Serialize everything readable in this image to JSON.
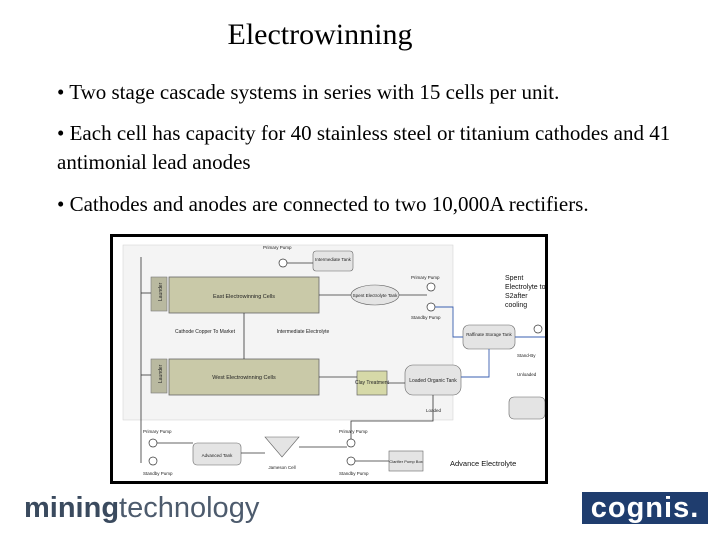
{
  "slide": {
    "title": "Electrowinning",
    "bullets": [
      "• Two stage cascade systems in series with 15 cells per unit.",
      "• Each cell has capacity for 40 stainless steel or titanium cathodes and 41 antimonial lead anodes",
      "• Cathodes and anodes are connected to two 10,000A rectifiers."
    ]
  },
  "diagram": {
    "labels": {
      "primary_pump_top": "Primary Pump",
      "intermediate_tank": "Intermediate Tank",
      "primary_pump_right": "Primary Pump",
      "spent_electrolyte_tank": "Spent Electrolyte Tank",
      "standby_pump_right": "Standby Pump",
      "launder_top": "Launder",
      "launder_bottom": "Launder",
      "east_cells": "East Electrowinning Cells",
      "west_cells": "West Electrowinning Cells",
      "cathode_copper": "Cathode Copper To Market",
      "intermediate_electrolyte": "Intermediate Electrolyte",
      "raffinate_tank": "Raffinate Storage Tank",
      "clay_treatment": "Clay Treatment",
      "loaded_organic_tank": "Loaded Organic Tank",
      "loaded": "Loaded",
      "primary_pump_bl": "Primary Pump",
      "standby_pump_bl": "Standby Pump",
      "advanced_tank": "Advanced Tank",
      "jameson_cell": "Jameson Cell",
      "primary_pump_bm": "Primary Pump",
      "standby_pump_bm": "Standby Pump",
      "dilute_pump_box": "Clarifier Pump Box",
      "stand_by_right": "Stand-By",
      "unloaded": "Unloaded",
      "spent_note": "Spent Electrolyte to S2after cooling",
      "advance_electrolyte": "Advance Electrolyte"
    }
  },
  "logos": {
    "left_part1": "mining",
    "left_part2": "technology",
    "right": "cognis."
  },
  "colors": {
    "cell_fill": "#c9c9a8",
    "launder_fill": "#b9b9a0",
    "clay_fill": "#d6d9a8",
    "cognis_bg": "#1f3d6e",
    "flow_blue": "#3a5fb0"
  }
}
